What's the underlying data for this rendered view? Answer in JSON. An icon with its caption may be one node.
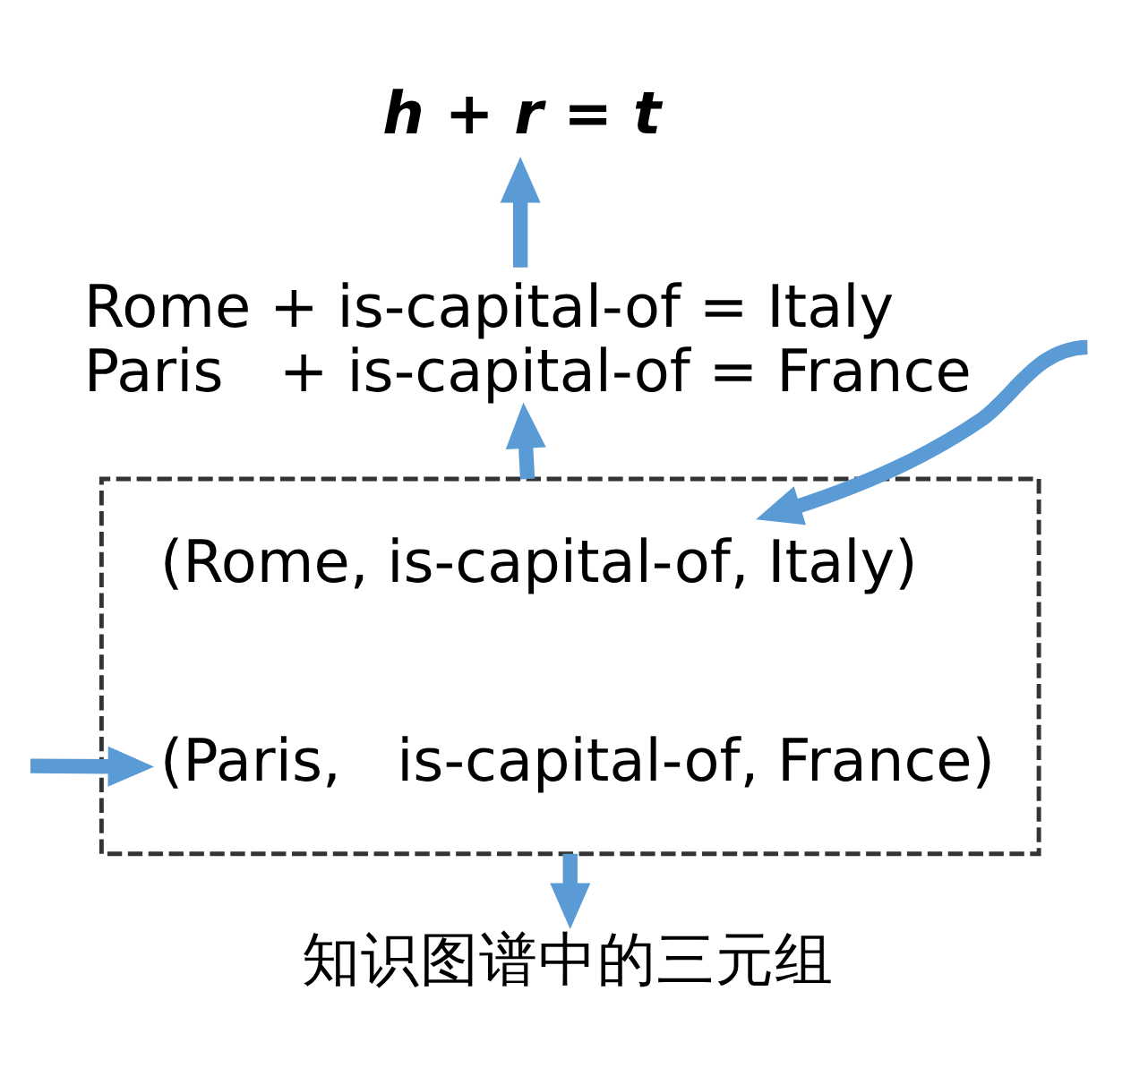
{
  "diagram": {
    "nodes": [
      {
        "text": [
          "h + r = t"
        ]
      },
      {
        "text": [
          "Rome + is-capital-of = Italy",
          "Paris   + is-capital-of = France"
        ]
      },
      {
        "text": [],
        "shape": "box"
      },
      {
        "text": [
          "(Rome, is-capital-of, Italy)"
        ],
        "in": 2
      },
      {
        "text": [
          "(Paris,   is-capital-of, France)"
        ],
        "in": 2
      },
      {
        "text": [
          "知识图谱中的三元组"
        ]
      }
    ],
    "edges": [
      {
        "from": 1,
        "to": 0,
        "arrow": "to"
      },
      {
        "from": 2,
        "to": 1,
        "arrow": "to"
      },
      {
        "from": null,
        "to": 3,
        "arrow": "to"
      },
      {
        "from": null,
        "to": 4,
        "arrow": "to"
      },
      {
        "from": 2,
        "to": 5,
        "arrow": "to"
      }
    ]
  }
}
